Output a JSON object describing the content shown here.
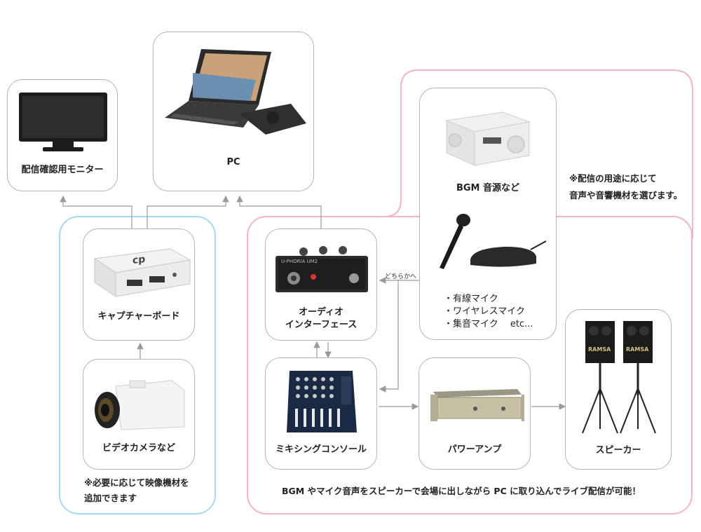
{
  "devices": {
    "pc": "PC",
    "monitor": "配信確認用モニター",
    "capture": "キャプチャーボード",
    "video_camera": "ビデオカメラなど",
    "audio_interface_line1": "オーディオ",
    "audio_interface_line2": "インターフェース",
    "bgm": "BGM 音源など",
    "mixer": "ミキシングコンソール",
    "power_amp": "パワーアンプ",
    "speaker": "スピーカー"
  },
  "mics": {
    "items": [
      "・有線マイク",
      "・ワイヤレスマイク",
      "・集音マイク　 etc..."
    ]
  },
  "edge_labels": {
    "either": "どちらかへ"
  },
  "notes": {
    "audio_line1": "※配信の用途に応じて",
    "audio_line2": "音声や音響機材を選びます。",
    "video_line1": "※必要に応じて映像機材を",
    "video_line2": "追加できます",
    "bottom": "BGM やマイク音声をスピーカーで会場に出しながら PC に取り込んでライブ配信が可能！"
  },
  "brands": {
    "capture_logo": "cp",
    "speaker_logo": "RAMSA",
    "interface_logo": "U-PHORIA UM2"
  },
  "colors": {
    "video_region": "#a8d8ee",
    "audio_region": "#f2b3cc",
    "box_border": "#b4b4b4",
    "arrow": "#9a9a9a"
  }
}
